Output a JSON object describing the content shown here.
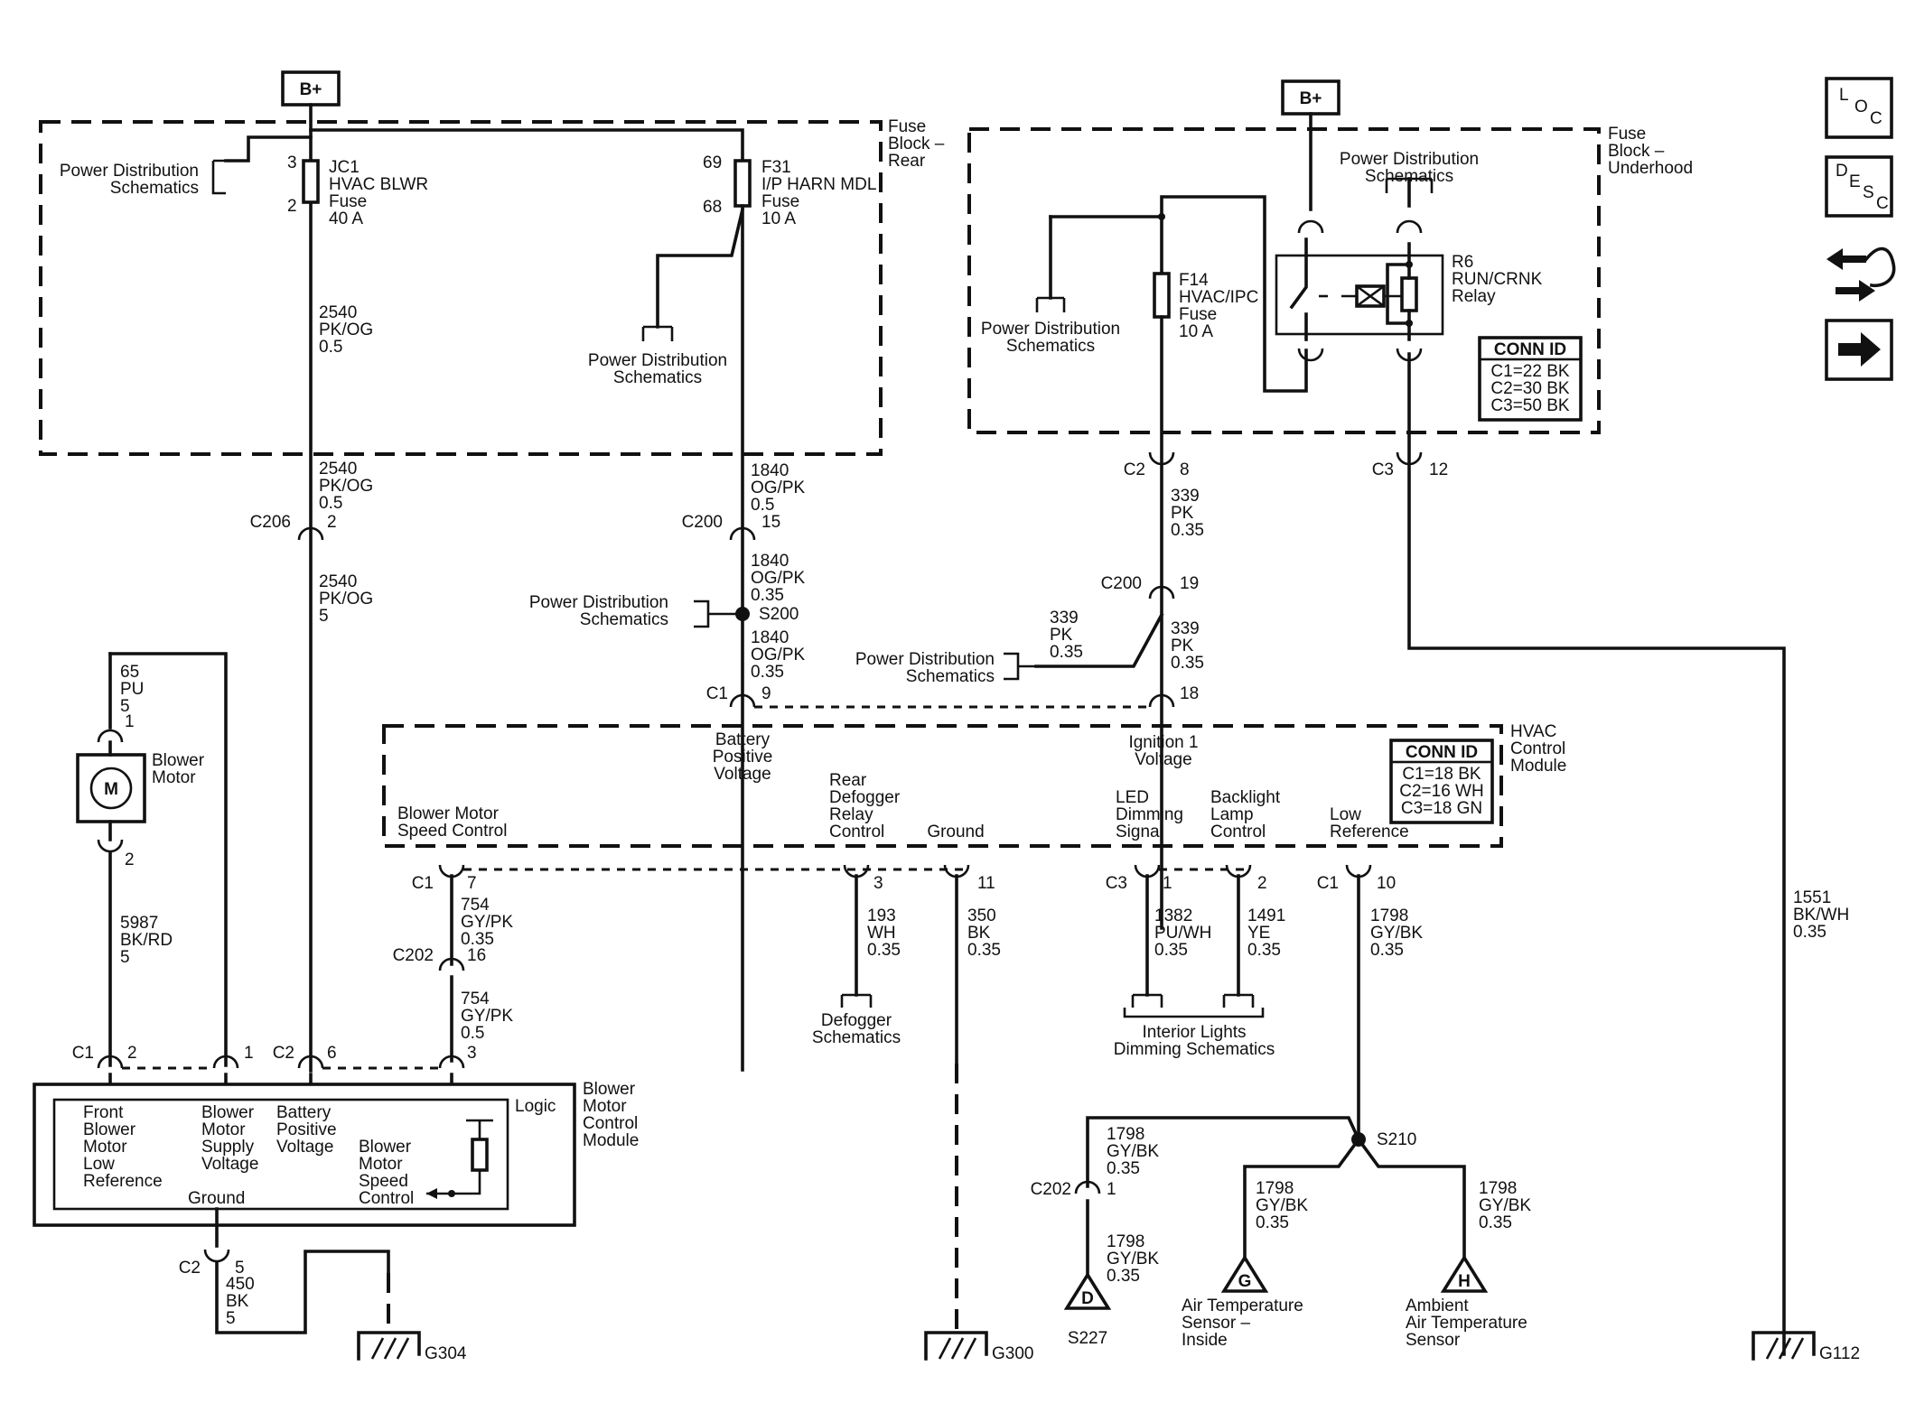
{
  "bplus": "B+",
  "fb_rear": {
    "l1": "Fuse",
    "l2": "Block –",
    "l3": "Rear"
  },
  "fb_under": {
    "l1": "Fuse",
    "l2": "Block –",
    "l3": "Underhood"
  },
  "pds": {
    "l1": "Power Distribution",
    "l2": "Schematics"
  },
  "jc1": {
    "name": "JC1",
    "desc": "HVAC BLWR",
    "kind": "Fuse",
    "amp": "40 A",
    "pin_top": "3",
    "pin_bot": "2"
  },
  "f31": {
    "name": "F31",
    "desc": "I/P HARN MDL",
    "kind": "Fuse",
    "amp": "10 A",
    "pin_top": "69",
    "pin_bot": "68"
  },
  "f14": {
    "name": "F14",
    "desc": "HVAC/IPC",
    "kind": "Fuse",
    "amp": "10 A"
  },
  "r6": {
    "name": "R6",
    "desc": "RUN/CRNK",
    "kind": "Relay"
  },
  "conn_fb": {
    "title": "CONN ID",
    "rows": [
      "C1=22 BK",
      "C2=30 BK",
      "C3=50 BK"
    ]
  },
  "conn_hvac": {
    "title": "CONN ID",
    "rows": [
      "C1=18 BK",
      "C2=16 WH",
      "C3=18 GN"
    ]
  },
  "w2540": {
    "circ": "2540",
    "color": "PK/OG",
    "size_a": "0.5",
    "size_b": "5"
  },
  "w1840": {
    "circ": "1840",
    "color": "OG/PK",
    "size_a": "0.5",
    "size_b": "0.35"
  },
  "w339": {
    "circ": "339",
    "color": "PK",
    "size": "0.35"
  },
  "w65": {
    "circ": "65",
    "color": "PU",
    "size": "5"
  },
  "w5987": {
    "circ": "5987",
    "color": "BK/RD",
    "size": "5"
  },
  "w754": {
    "circ": "754",
    "color": "GY/PK",
    "size_a": "0.35",
    "size_b": "0.5"
  },
  "w193": {
    "circ": "193",
    "color": "WH",
    "size": "0.35"
  },
  "w350": {
    "circ": "350",
    "color": "BK",
    "size": "0.35"
  },
  "w1382": {
    "circ": "1382",
    "color": "PU/WH",
    "size": "0.35"
  },
  "w1491": {
    "circ": "1491",
    "color": "YE",
    "size": "0.35"
  },
  "w1798": {
    "circ": "1798",
    "color": "GY/BK",
    "size": "0.35"
  },
  "w1551": {
    "circ": "1551",
    "color": "BK/WH",
    "size": "0.35"
  },
  "w450": {
    "circ": "450",
    "color": "BK",
    "size": "5"
  },
  "conn": {
    "c206": "C206",
    "c200": "C200",
    "c1": "C1",
    "c2": "C2",
    "c3": "C3",
    "c202": "C202",
    "p2": "2",
    "p15": "15",
    "p9": "9",
    "p8": "8",
    "p12": "12",
    "p19": "19",
    "p18": "18",
    "p1": "1",
    "p7": "7",
    "p16": "16",
    "p3": "3",
    "p11": "11",
    "p10": "10",
    "p6": "6",
    "p5": "5"
  },
  "splice": {
    "s200": "S200",
    "s210": "S210",
    "s227": "S227"
  },
  "hvac": {
    "name": [
      "HVAC",
      "Control",
      "Module"
    ],
    "batt": [
      "Battery",
      "Positive",
      "Voltage"
    ],
    "ign": [
      "Ignition 1",
      "Voltage"
    ],
    "bmsc": [
      "Blower Motor",
      "Speed Control"
    ],
    "rdrc": [
      "Rear",
      "Defogger",
      "Relay",
      "Control"
    ],
    "ground": "Ground",
    "led": [
      "LED",
      "Dimming",
      "Signal"
    ],
    "blc": [
      "Backlight",
      "Lamp",
      "Control"
    ],
    "lowref": [
      "Low",
      "Reference"
    ]
  },
  "blower": {
    "motor": [
      "Blower",
      "Motor"
    ],
    "symbol": "M"
  },
  "bmcm": {
    "name": [
      "Blower",
      "Motor",
      "Control",
      "Module"
    ],
    "logic": "Logic",
    "front": [
      "Front",
      "Blower",
      "Motor",
      "Low",
      "Reference"
    ],
    "supply": [
      "Blower",
      "Motor",
      "Supply",
      "Voltage"
    ],
    "batt": [
      "Battery",
      "Positive",
      "Voltage"
    ],
    "speed": [
      "Blower",
      "Motor",
      "Speed",
      "Control"
    ],
    "ground": "Ground"
  },
  "defog": [
    "Defogger",
    "Schematics"
  ],
  "interior": [
    "Interior Lights",
    "Dimming Schematics"
  ],
  "sensors": {
    "g_letter": "G",
    "g_label": [
      "Air Temperature",
      "Sensor –",
      "Inside"
    ],
    "h_letter": "H",
    "h_label": [
      "Ambient",
      "Air Temperature",
      "Sensor"
    ],
    "d_letter": "D"
  },
  "grounds": {
    "g304": "G304",
    "g300": "G300",
    "g112": "G112"
  },
  "nav": {
    "loc": [
      "L",
      "O",
      "C"
    ],
    "desc": [
      "D",
      "E",
      "S",
      "C"
    ]
  }
}
